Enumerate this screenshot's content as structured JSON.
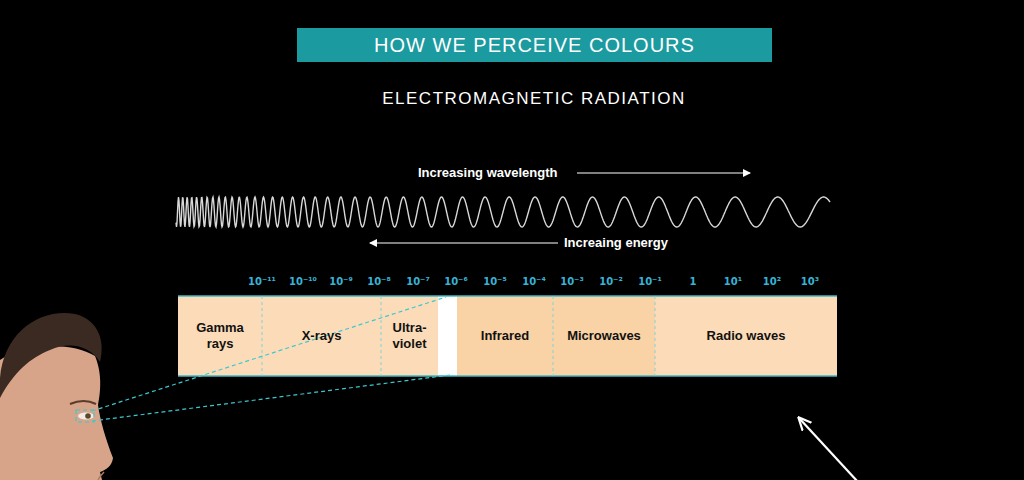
{
  "diagram": {
    "title": "HOW WE PERCEIVE COLOURS",
    "nodes": [
      {
        "text": [
          "Gamma rays"
        ]
      },
      {
        "text": [
          "X-rays"
        ]
      },
      {
        "text": [
          "Ultra- violet"
        ]
      },
      {
        "text": [
          "Infrared"
        ]
      },
      {
        "text": [
          "Microwaves"
        ]
      },
      {
        "text": [
          "Radio waves"
        ]
      }
    ],
    "labels": [
      "ELECTROMAGNETIC RADIATION",
      "Increasing wavelength",
      "Increaing energy",
      "10⁻¹¹",
      "10⁻¹⁰",
      "10⁻⁹",
      "10⁻⁸",
      "10⁻⁷",
      "10⁻⁶",
      "10⁻⁵",
      "10⁻⁴",
      "10⁻³",
      "10⁻²",
      "10⁻¹",
      "1",
      "10¹",
      "10²",
      "10³"
    ]
  }
}
